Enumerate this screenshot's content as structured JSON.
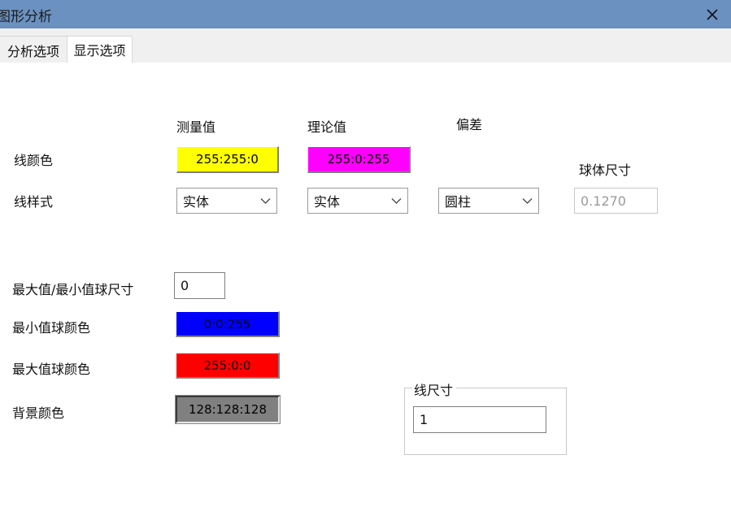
{
  "window": {
    "title": "图形分析",
    "close_icon": "close-icon"
  },
  "tabs": [
    {
      "label": "分析选项",
      "active": false
    },
    {
      "label": "显示选项",
      "active": true
    }
  ],
  "columns": {
    "measured": "测量值",
    "theoretical": "理论值",
    "deviation": "偏差"
  },
  "rows": {
    "line_color_label": "线颜色",
    "line_style_label": "线样式",
    "minmax_sphere_size_label": "最大值/最小值球尺寸",
    "min_sphere_color_label": "最小值球颜色",
    "max_sphere_color_label": "最大值球颜色",
    "background_color_label": "背景颜色",
    "sphere_size_label": "球体尺寸"
  },
  "line_color": {
    "measured": {
      "value": "255:255:0",
      "hex": "#ffff00"
    },
    "theoretical": {
      "value": "255:0:255",
      "hex": "#ff00ff"
    }
  },
  "line_style": {
    "measured": "实体",
    "theoretical": "实体",
    "deviation": "圆柱",
    "arrow_icon": "chevron-down-icon"
  },
  "sphere_size": {
    "value": "0.1270",
    "enabled": false
  },
  "minmax_sphere_size": {
    "value": "0"
  },
  "min_sphere_color": {
    "value": "0:0:255",
    "hex": "#0000ff"
  },
  "max_sphere_color": {
    "value": "255:0:0",
    "hex": "#ff0000"
  },
  "background_color": {
    "value": "128:128:128",
    "hex": "#808080"
  },
  "line_size_group": {
    "title": "线尺寸",
    "value": "1"
  },
  "theme": {
    "titlebar_bg": "#6a91c0",
    "tabstrip_bg": "#f0f0f0",
    "content_bg": "#ffffff",
    "text": "#111111"
  }
}
